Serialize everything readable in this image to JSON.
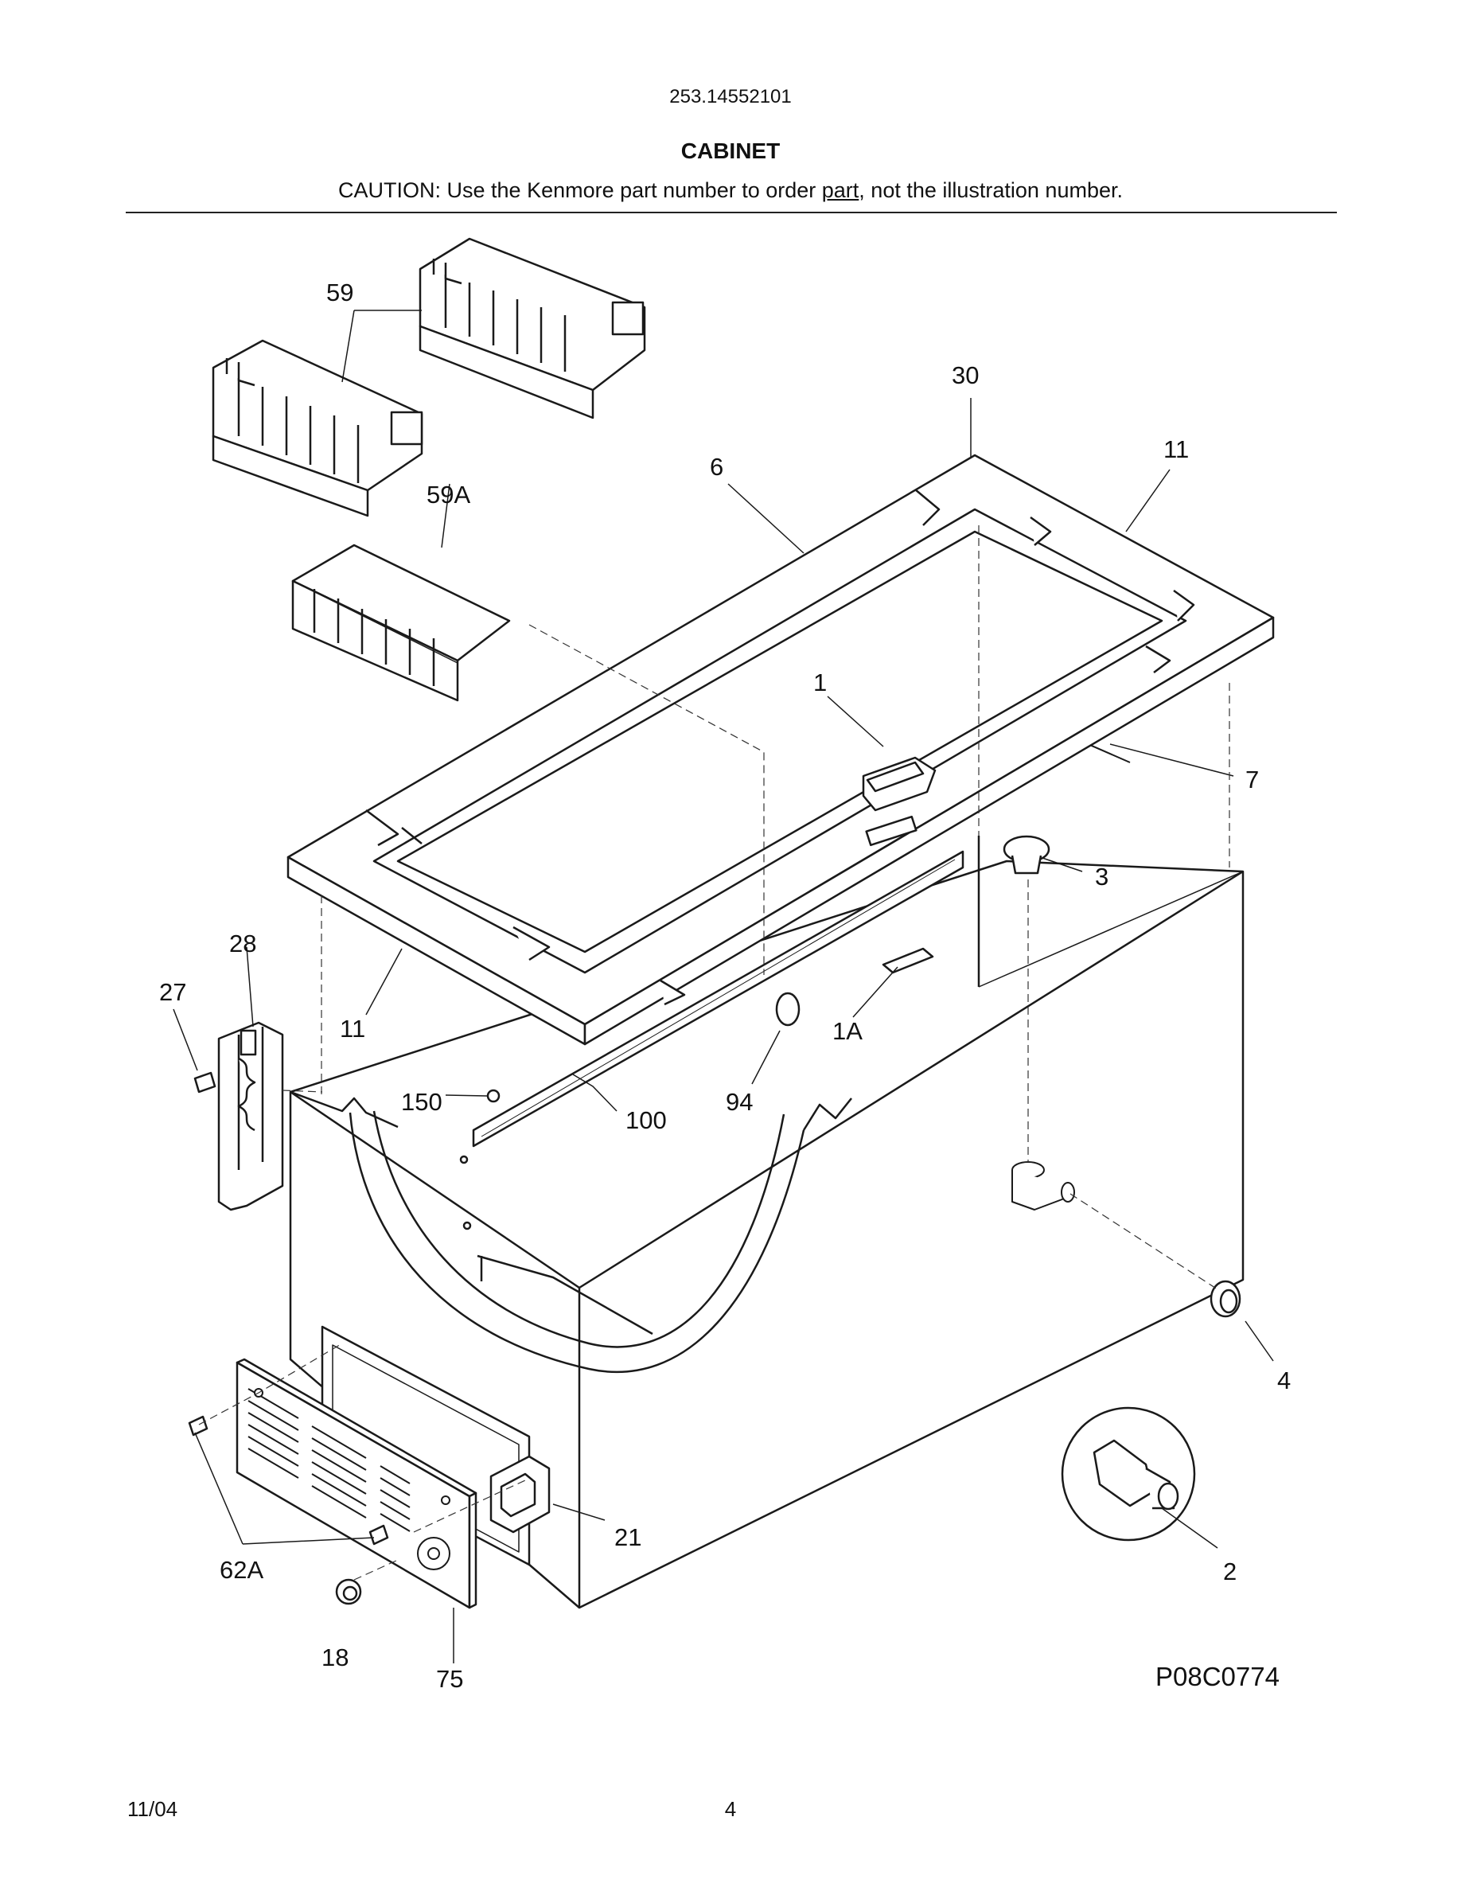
{
  "header": {
    "model_number": "253.14552101",
    "section_title": "CABINET",
    "caution_prefix": "CAUTION: Use the Kenmore part number to order ",
    "caution_underlined": "part",
    "caution_suffix": ", not the illustration number."
  },
  "diagram": {
    "drawing_code": "P08C0774",
    "callouts": {
      "c59": "59",
      "c59a": "59A",
      "c30": "30",
      "c11_top": "11",
      "c6": "6",
      "c1": "1",
      "c7": "7",
      "c3": "3",
      "c28": "28",
      "c27": "27",
      "c11_left": "11",
      "c1a": "1A",
      "c150": "150",
      "c100": "100",
      "c94": "94",
      "c4": "4",
      "c21": "21",
      "c2": "2",
      "c62a": "62A",
      "c18": "18",
      "c75": "75"
    }
  },
  "footer": {
    "date": "11/04",
    "page_number": "4"
  }
}
